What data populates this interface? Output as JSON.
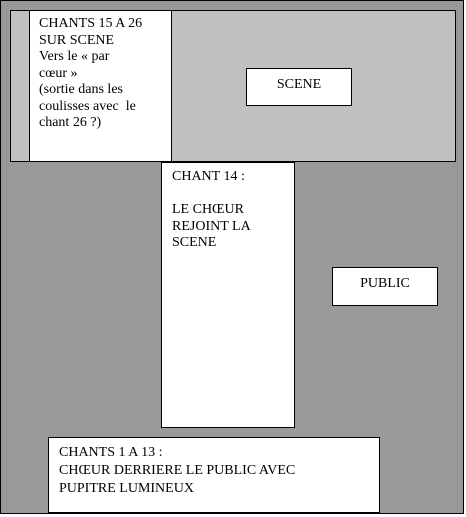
{
  "diagram": {
    "chants_15_26_box": {
      "lines": [
        "CHANTS 15 A 26",
        "SUR SCENE",
        "Vers le « par",
        "cœur »",
        "(sortie dans les",
        "coulisses avec  le",
        "chant 26 ?)"
      ]
    },
    "scene_label": "SCENE",
    "chant_14_box": {
      "lines": [
        "CHANT 14 :",
        "",
        "LE CHŒUR",
        "REJOINT LA",
        "SCENE"
      ]
    },
    "public_label": "PUBLIC",
    "chants_1_13_box": {
      "lines": [
        "CHANTS 1 A 13 :",
        "CHŒUR DERRIERE LE PUBLIC AVEC",
        "PUPITRE LUMINEUX"
      ]
    }
  }
}
